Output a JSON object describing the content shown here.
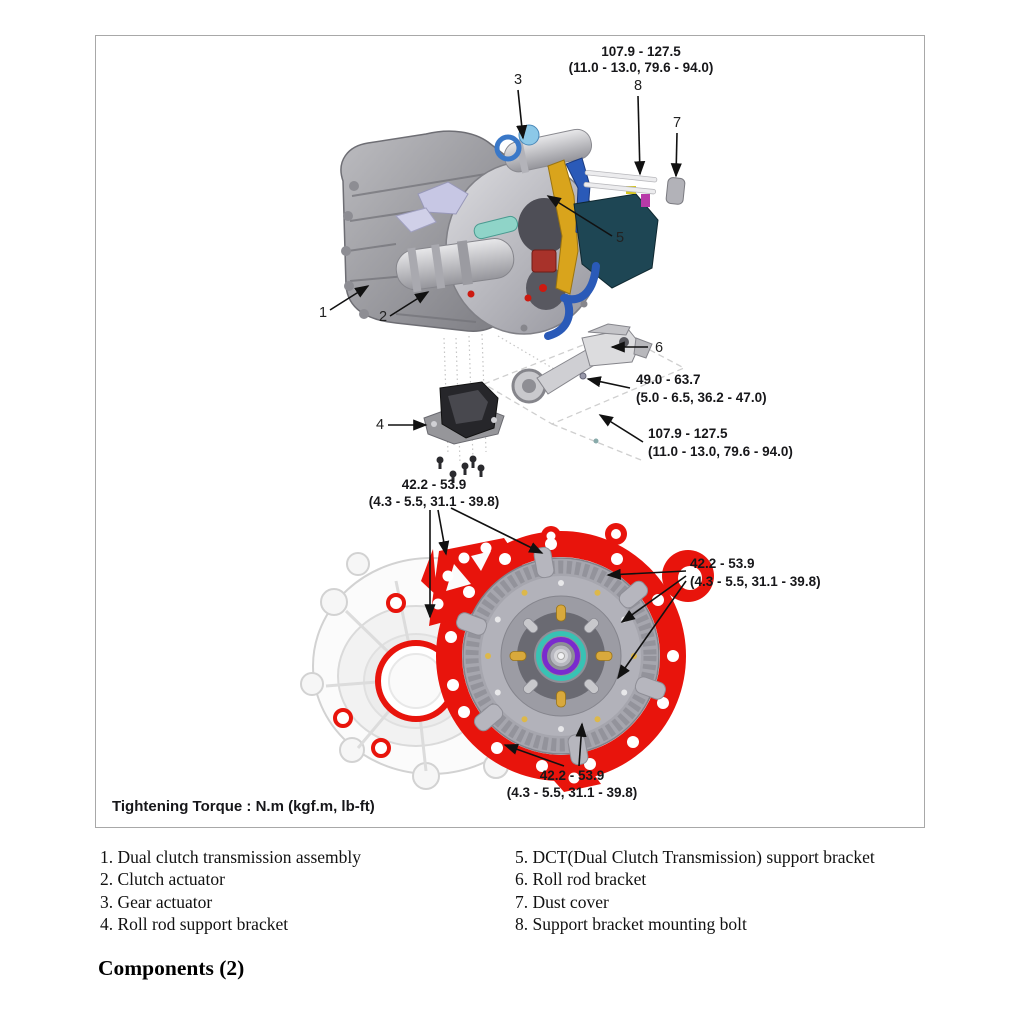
{
  "figure": {
    "torques": {
      "top": {
        "nm": "107.9 - 127.5",
        "alt": "(11.0 - 13.0, 79.6 - 94.0)"
      },
      "roll_rod_small": {
        "nm": "49.0 - 63.7",
        "alt": "(5.0 - 6.5, 36.2 - 47.0)"
      },
      "roll_rod_large": {
        "nm": "107.9 - 127.5",
        "alt": "(11.0 - 13.0, 79.6 - 94.0)"
      },
      "flange_upper": {
        "nm": "42.2 - 53.9",
        "alt": "(4.3 - 5.5, 31.1 - 39.8)"
      },
      "flange_right": {
        "nm": "42.2 - 53.9",
        "alt": "(4.3 - 5.5, 31.1 - 39.8)"
      },
      "flange_bottom": {
        "nm": "42.2 - 53.9",
        "alt": "(4.3 - 5.5, 31.1 - 39.8)"
      }
    },
    "callouts": {
      "1": "1",
      "2": "2",
      "3": "3",
      "4": "4",
      "5": "5",
      "6": "6",
      "7": "7",
      "8": "8"
    },
    "note": "Tightening Torque : N.m (kgf.m, lb-ft)",
    "colors": {
      "highlight_red": "#e8140c",
      "border_gray": "#a8a8a8"
    }
  },
  "legend": {
    "left": [
      "1. Dual clutch transmission assembly",
      "2. Clutch actuator",
      "3. Gear actuator",
      "4. Roll rod support bracket"
    ],
    "right": [
      "5. DCT(Dual Clutch Transmission) support bracket",
      "6. Roll rod bracket",
      "7. Dust cover",
      "8. Support bracket mounting bolt"
    ]
  },
  "section_title": "Components (2)"
}
